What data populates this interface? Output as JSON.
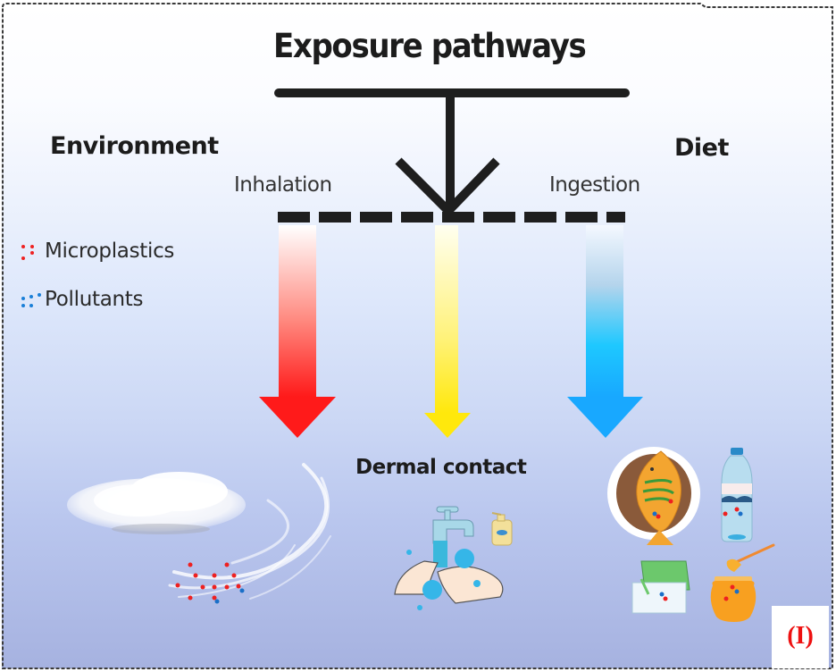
{
  "figure": {
    "title": "Exposure pathways",
    "panel_label": "(I)",
    "sections": {
      "left": "Environment",
      "right": "Diet"
    },
    "pathways": [
      {
        "label": "Inhalation",
        "color": "#ff2020"
      },
      {
        "label": "Dermal contact",
        "color": "#ffee10"
      },
      {
        "label": "Ingestion",
        "color": "#1ab0ff"
      }
    ],
    "legend": [
      {
        "label": "Microplastics",
        "dot_color": "#ee2222"
      },
      {
        "label": "Pollutants",
        "dot_color": "#1a7fd8"
      }
    ],
    "illustrations": {
      "environment": [
        "cloud-icon",
        "wind-swirl-icon"
      ],
      "dermal": [
        "faucet-icon",
        "washing-hands-icon",
        "soap-dispenser-icon"
      ],
      "diet": [
        "fish-plate-icon",
        "water-bottle-icon",
        "food-container-icon",
        "honey-jar-icon"
      ]
    },
    "colors": {
      "text": "#1c1c1c",
      "panel_label": "#ee1111",
      "background_bottom": "#a6b2e0"
    }
  }
}
